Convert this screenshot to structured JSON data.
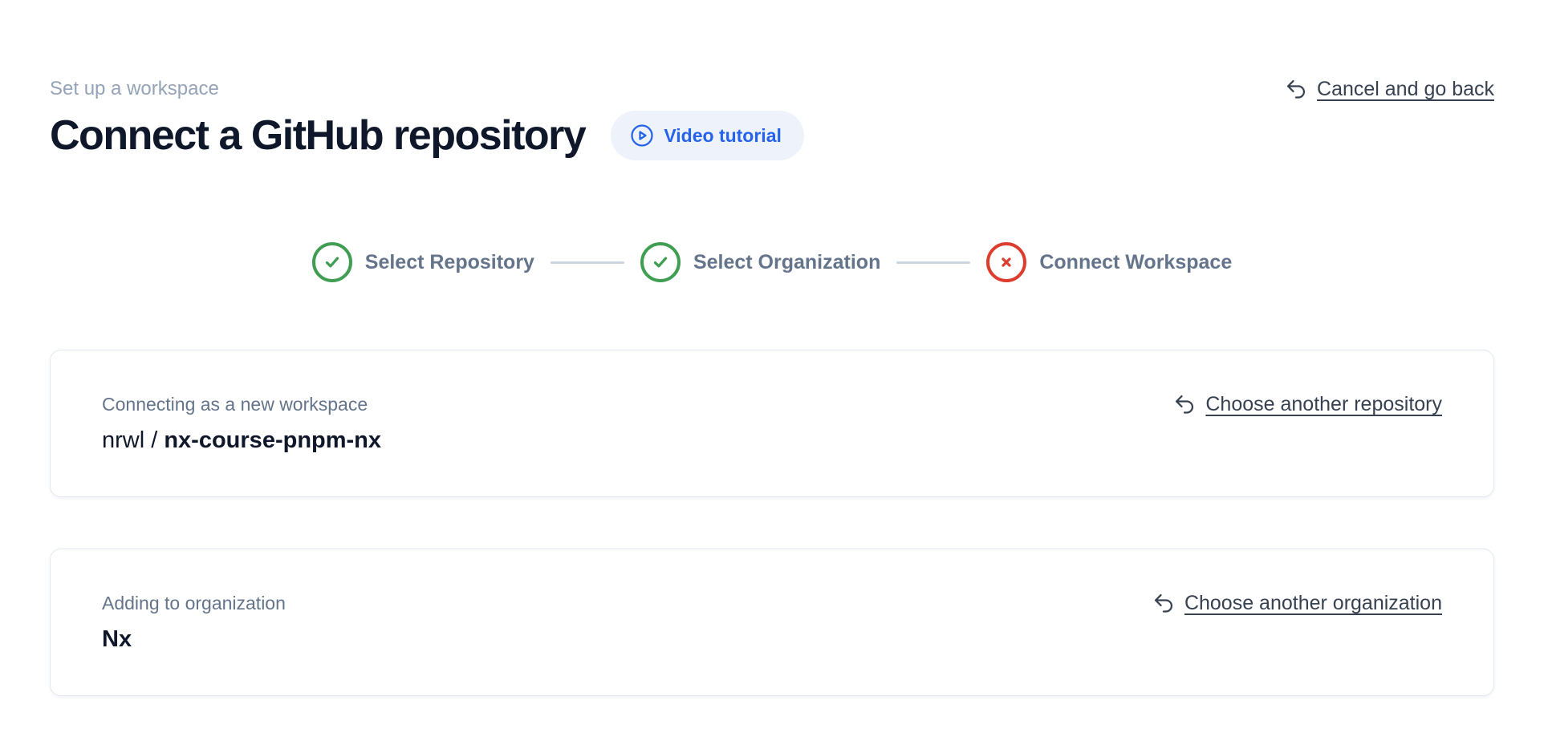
{
  "header": {
    "breadcrumb": "Set up a workspace",
    "title": "Connect a GitHub repository",
    "video_button_label": "Video tutorial",
    "cancel_link_label": "Cancel and go back"
  },
  "stepper": {
    "steps": [
      {
        "label": "Select Repository",
        "status": "complete"
      },
      {
        "label": "Select Organization",
        "status": "complete"
      },
      {
        "label": "Connect Workspace",
        "status": "error"
      }
    ]
  },
  "repository_card": {
    "label": "Connecting as a new workspace",
    "owner": "nrwl / ",
    "repo": "nx-course-pnpm-nx",
    "change_link_label": "Choose another repository"
  },
  "organization_card": {
    "label": "Adding to organization",
    "value": "Nx",
    "change_link_label": "Choose another organization"
  },
  "colors": {
    "accent_blue": "#2563eb",
    "pill_background": "#eef2fb",
    "success_green": "#3f9e52",
    "error_red": "#dc3d2e",
    "muted_text": "#64748b",
    "breadcrumb_text": "#94a3b8",
    "link_text": "#374151",
    "card_border": "#e2e8f0",
    "title_text": "#0f172a"
  },
  "icons": {
    "play": "play-circle-icon",
    "undo": "undo-arrow-icon",
    "check": "check-icon",
    "cross": "x-icon"
  }
}
